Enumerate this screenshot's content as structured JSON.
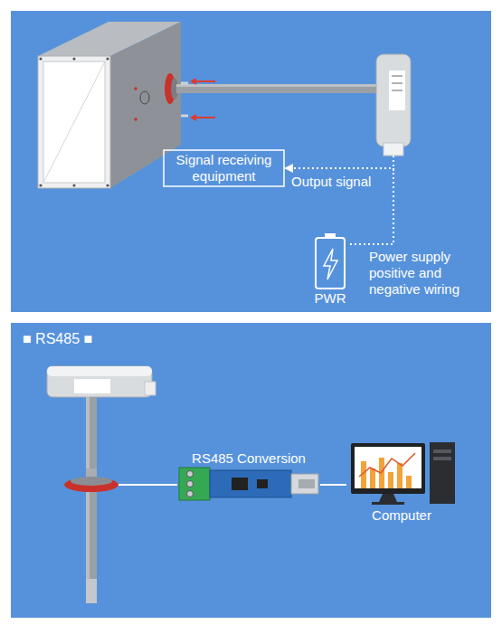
{
  "diagram": {
    "nodes": [
      {
        "text": [
          "Signal receiving equipment"
        ]
      },
      {
        "text": [
          "PWR"
        ]
      },
      {
        "text": [
          "RS485 Conversion"
        ]
      },
      {
        "text": [
          "Computer"
        ]
      }
    ],
    "edges": [
      {
        "from": 1,
        "to": 0,
        "arrow": "to",
        "label": "Output signal"
      },
      {
        "from": 2,
        "to": 3,
        "arrow": "none"
      }
    ],
    "labels": [
      "Power supply positive and negative wiring",
      "■ RS485 ■"
    ]
  }
}
